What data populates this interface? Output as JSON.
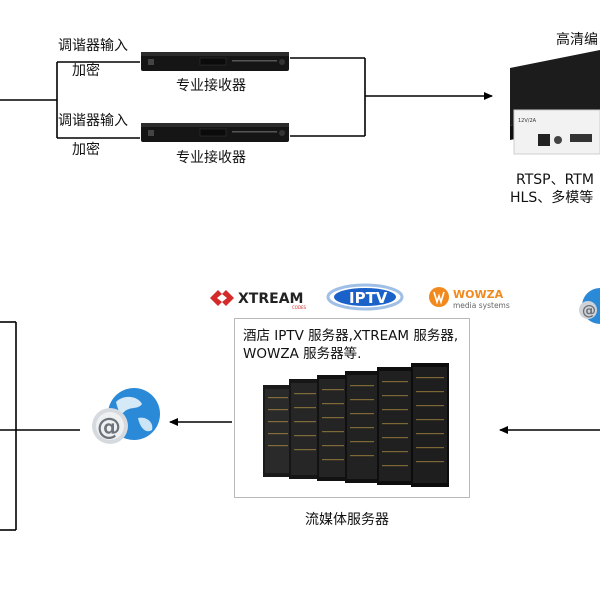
{
  "top": {
    "tuner_labels": [
      "调谐器输入",
      "调谐器输入"
    ],
    "encrypt_labels": [
      "加密",
      "加密"
    ],
    "receiver_labels": [
      "专业接收器",
      "专业接收器"
    ],
    "encoder_title": "高清编",
    "encoder_proto_line1": "RTSP、RTM",
    "encoder_proto_line2": "HLS、多模等"
  },
  "middle": {
    "logos": {
      "xtream": "XTREAM",
      "xtream_sub": "CODES",
      "iptv": "IPTV",
      "wowza": "WOWZA",
      "wowza_sub": "media systems"
    },
    "server_text": "酒店 IPTV 服务器,XTREAM 服务器, WOWZA 服务器等.",
    "server_caption": "流媒体服务器"
  },
  "colors": {
    "line": "#000000",
    "xtream_red": "#d42a2a",
    "iptv_blue": "#1a62c9",
    "wowza_orange": "#f2891d",
    "globe_blue": "#2a8ad8"
  }
}
